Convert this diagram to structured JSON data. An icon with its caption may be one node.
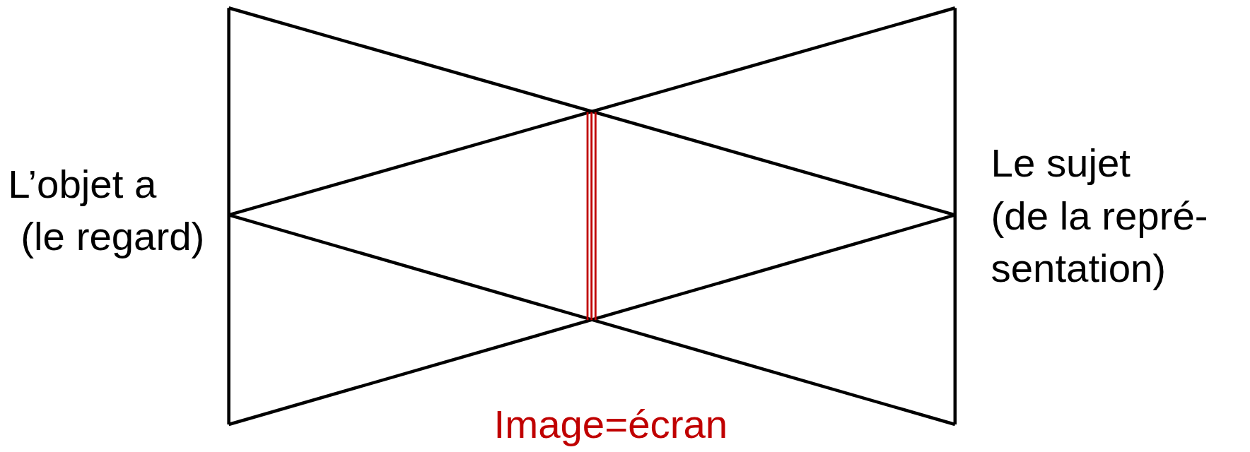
{
  "diagram": {
    "labels": [
      "L’objet a (le regard)",
      "Le sujet (de la repré- sentation)",
      "Image=écran"
    ]
  }
}
